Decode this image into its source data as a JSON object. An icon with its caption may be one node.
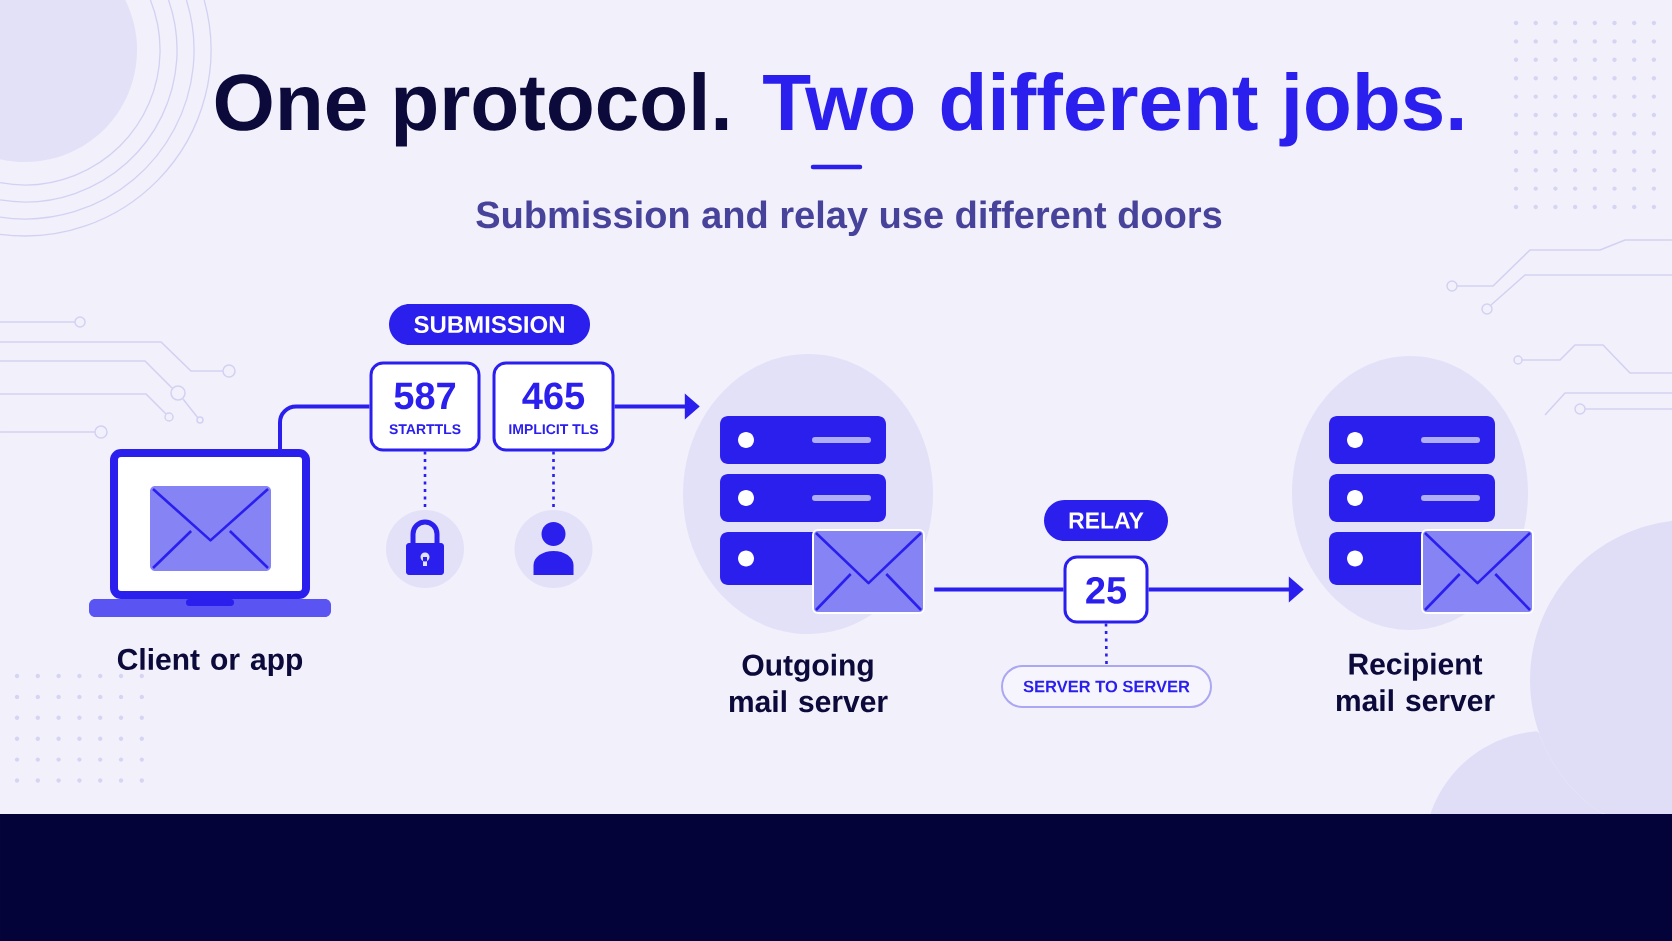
{
  "diagram": {
    "title": "One protocol. Two different jobs.",
    "nodes": [
      {
        "text": [
          "Client or app"
        ]
      },
      {
        "text": [
          "SUBMISSION"
        ]
      },
      {
        "text": [
          "587",
          "STARTTLS"
        ]
      },
      {
        "text": [
          "465",
          "IMPLICIT TLS"
        ]
      },
      {
        "text": [],
        "shape": "circle"
      },
      {
        "text": [],
        "shape": "circle"
      },
      {
        "text": [
          "Outgoing mail server"
        ]
      },
      {
        "text": [
          "RELAY"
        ]
      },
      {
        "text": [
          "25"
        ]
      },
      {
        "text": [
          "SERVER TO SERVER"
        ]
      },
      {
        "text": [
          "Recipient mail server"
        ]
      }
    ],
    "edges": [
      {
        "from": 0,
        "to": 2,
        "arrow": "none"
      },
      {
        "from": 3,
        "to": 6,
        "arrow": "to"
      },
      {
        "from": 2,
        "to": 4,
        "arrow": "none",
        "style": "dashed"
      },
      {
        "from": 3,
        "to": 5,
        "arrow": "none",
        "style": "dashed"
      },
      {
        "from": 6,
        "to": 8,
        "arrow": "none"
      },
      {
        "from": 8,
        "to": 10,
        "arrow": "to"
      },
      {
        "from": 8,
        "to": 9,
        "arrow": "none",
        "style": "dashed"
      }
    ],
    "labels": [
      "Submission and relay use different doors"
    ]
  }
}
